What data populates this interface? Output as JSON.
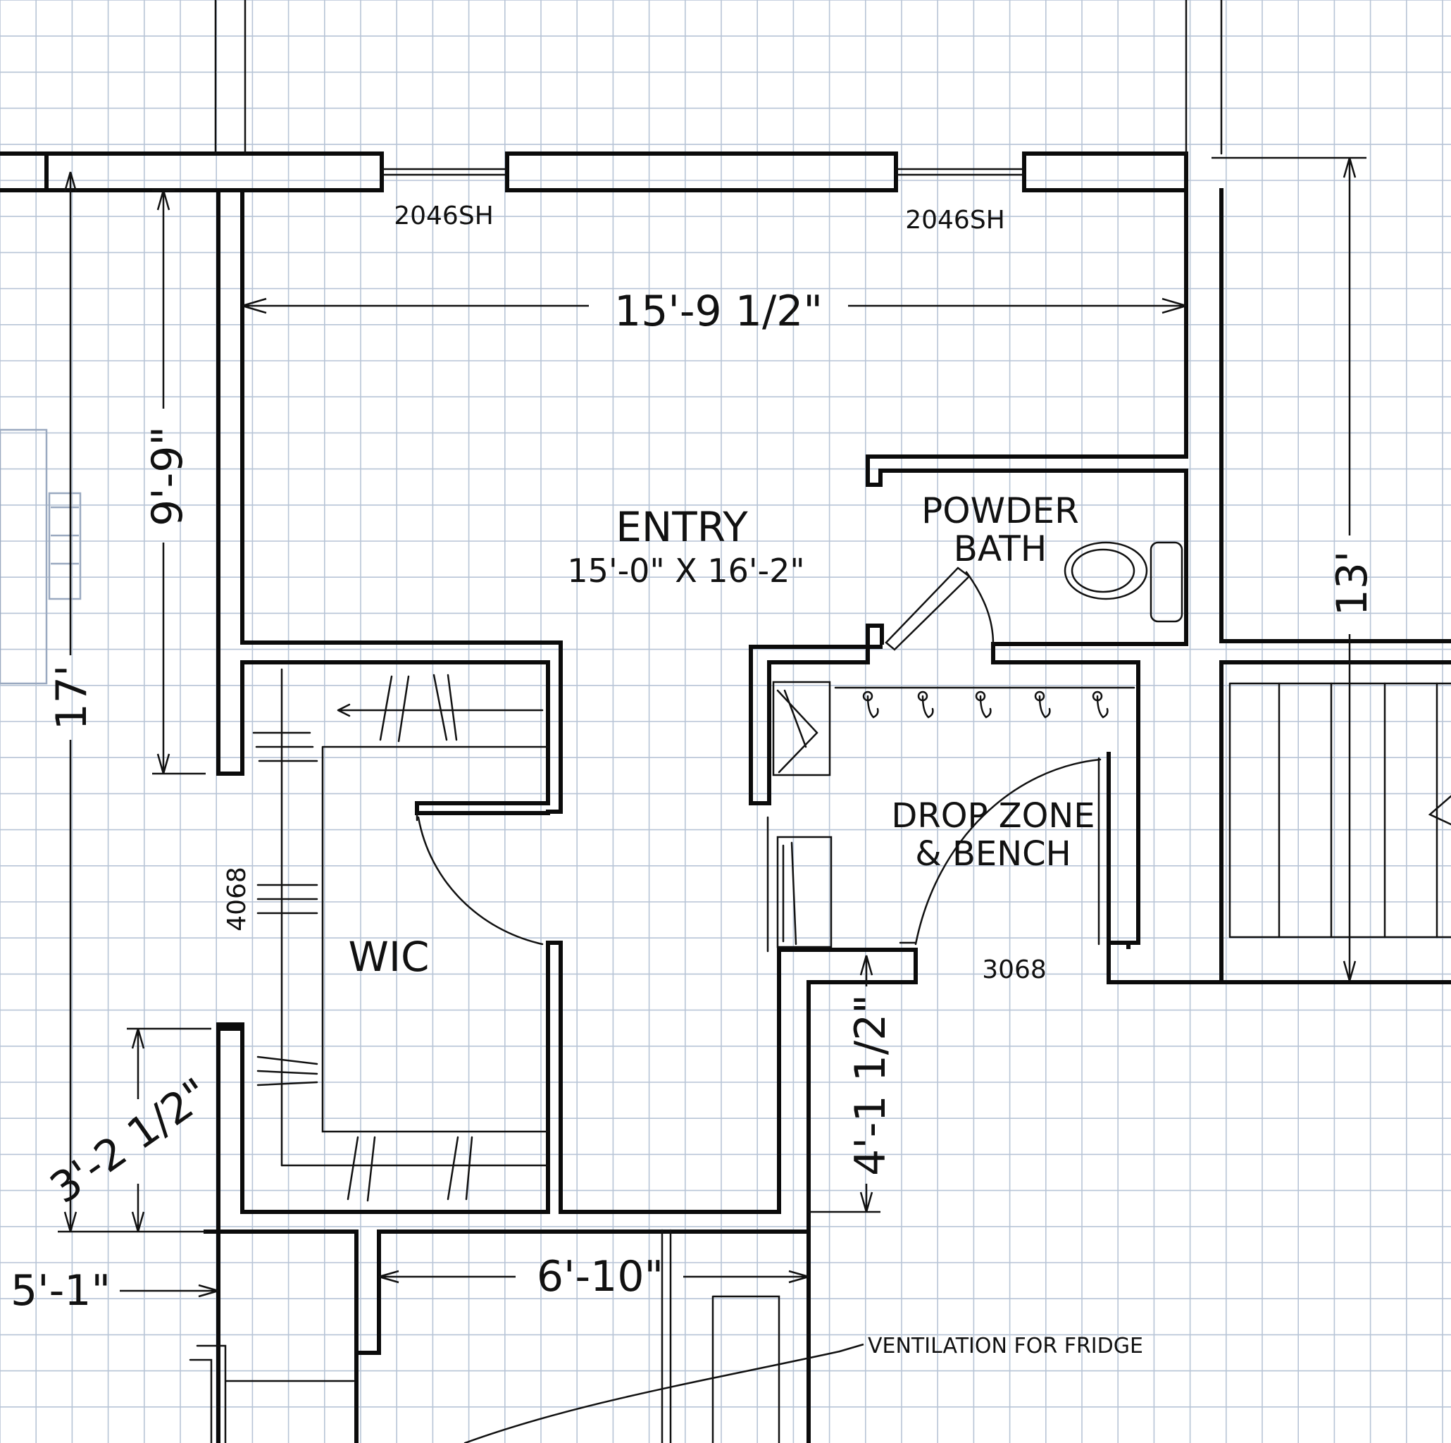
{
  "colors": {
    "paper": "#ffffff",
    "grid": "#b7c4d6",
    "ink": "#111111"
  },
  "windows": [
    {
      "label": "2046SH"
    },
    {
      "label": "2046SH"
    }
  ],
  "rooms": {
    "entry": {
      "name": "ENTRY",
      "size": "15'-0\" X 16'-2\""
    },
    "powder_bath": {
      "line1": "POWDER",
      "line2": "BATH"
    },
    "drop_zone": {
      "line1": "DROP ZONE",
      "line2": "& BENCH"
    },
    "wic": {
      "name": "WIC"
    }
  },
  "doors": {
    "wic_side": "4068",
    "drop_zone": "3068"
  },
  "dimensions": {
    "top_width": "15'-9 1/2\"",
    "left_upper": "9'-9\"",
    "left_total": "17'",
    "right_height": "13'",
    "lower_left": "3'-2 1/2\"",
    "bottom_left": "5'-1\"",
    "bottom_mid": "6'-10\"",
    "drop_depth": "4'-1 1/2\""
  },
  "notes": {
    "fridge": "VENTILATION FOR FRIDGE"
  }
}
